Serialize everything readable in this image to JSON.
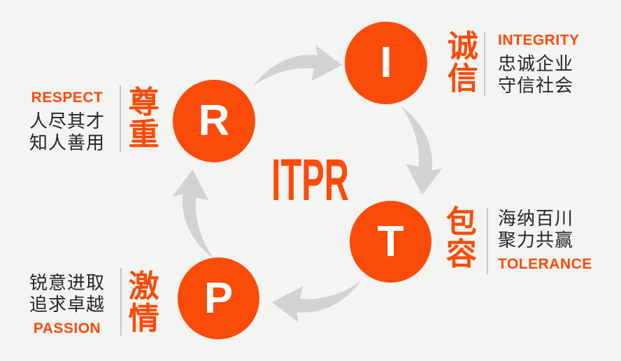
{
  "title": "ITPR",
  "colors": {
    "background": "#f4f4f2",
    "accent_orange": "#fb4b09",
    "arrow_gray": "#d3d3d3",
    "divider_gray": "#c6c6c6",
    "text_black": "#262626",
    "circle_letter_white": "#ffffff"
  },
  "values": [
    {
      "key": "integrity",
      "letter": "I",
      "cn": "诚信",
      "en": "INTEGRITY",
      "lines": [
        "忠诚企业",
        "守信社会"
      ]
    },
    {
      "key": "tolerance",
      "letter": "T",
      "cn": "包容",
      "en": "TOLERANCE",
      "lines": [
        "海纳百川",
        "聚力共赢"
      ]
    },
    {
      "key": "passion",
      "letter": "P",
      "cn": "激情",
      "en": "PASSION",
      "lines": [
        "锐意进取",
        "追求卓越"
      ]
    },
    {
      "key": "respect",
      "letter": "R",
      "cn": "尊重",
      "en": "RESPECT",
      "lines": [
        "人尽其才",
        "知人善用"
      ]
    }
  ]
}
